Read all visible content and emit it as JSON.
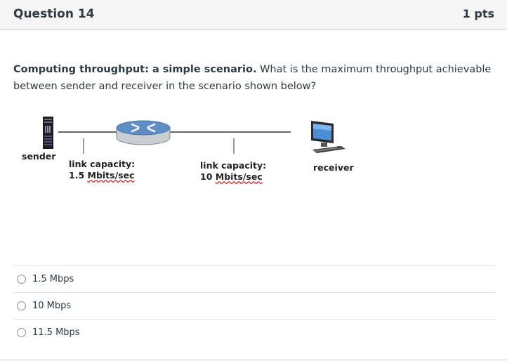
{
  "header": {
    "title": "Question 14",
    "points": "1 pts"
  },
  "question": {
    "bold_lead": "Computing throughput: a simple scenario.",
    "text": " What is the maximum throughput achievable between sender and receiver in the scenario shown below?"
  },
  "diagram": {
    "sender_label": "sender",
    "receiver_label": "receiver",
    "link1": {
      "line1": "link capacity:",
      "rate": "1.5 ",
      "unit": "Mbits/sec"
    },
    "link2": {
      "line1": "link capacity:",
      "rate": "10 ",
      "unit": "Mbits/sec"
    }
  },
  "answers": [
    {
      "label": "1.5 Mbps"
    },
    {
      "label": "10 Mbps"
    },
    {
      "label": "11.5 Mbps"
    }
  ]
}
